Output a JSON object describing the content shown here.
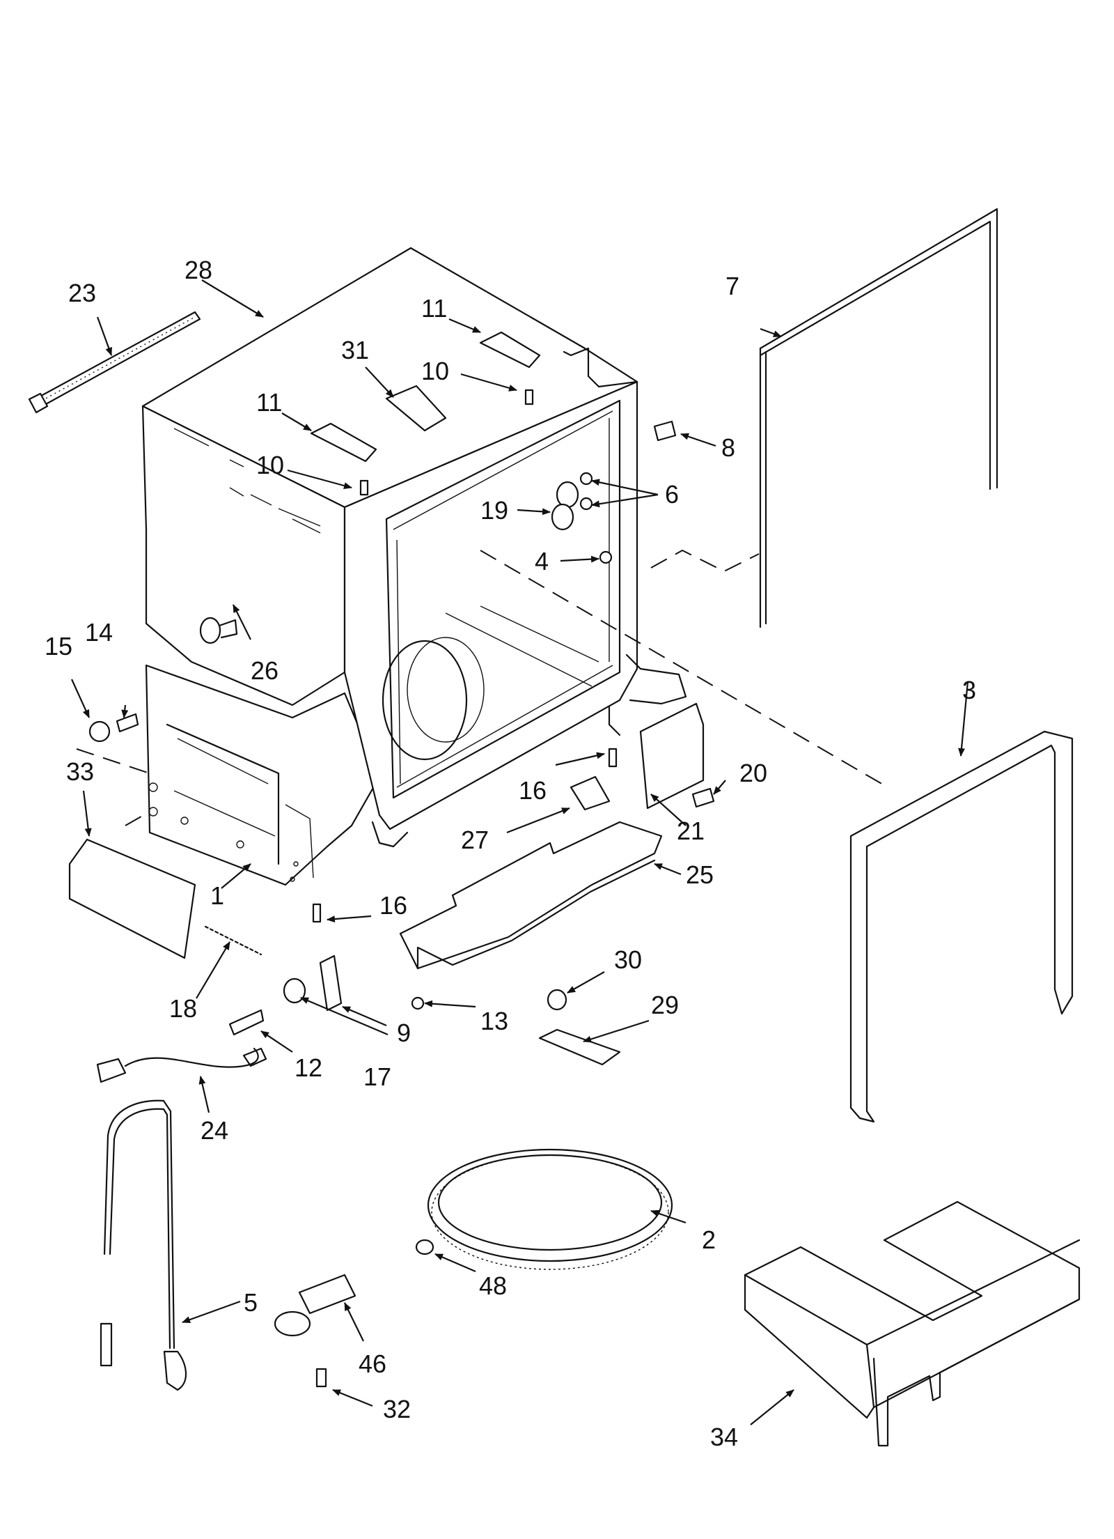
{
  "callouts": {
    "c1": "1",
    "c2": "2",
    "c3": "3",
    "c4": "4",
    "c5": "5",
    "c6": "6",
    "c7": "7",
    "c8": "8",
    "c9": "9",
    "c10a": "10",
    "c10b": "10",
    "c11a": "11",
    "c11b": "11",
    "c12": "12",
    "c13": "13",
    "c14": "14",
    "c15": "15",
    "c16a": "16",
    "c16b": "16",
    "c17": "17",
    "c18": "18",
    "c19": "19",
    "c20": "20",
    "c21": "21",
    "c23": "23",
    "c24": "24",
    "c25": "25",
    "c26": "26",
    "c27": "27",
    "c28": "28",
    "c29": "29",
    "c30": "30",
    "c31": "31",
    "c32": "32",
    "c33": "33",
    "c34": "34",
    "c46": "46",
    "c48": "48"
  }
}
